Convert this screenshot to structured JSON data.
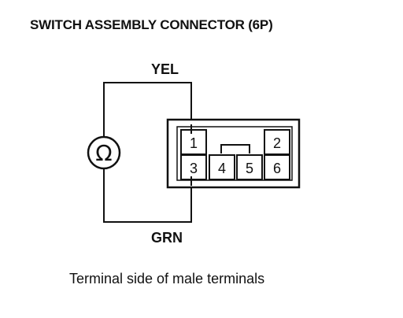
{
  "title": "SWITCH ASSEMBLY CONNECTOR (6P)",
  "wires": {
    "top_label": "YEL",
    "bottom_label": "GRN"
  },
  "meter": {
    "symbol": "Ω",
    "icon": "ohmmeter-icon"
  },
  "connector": {
    "pins": {
      "p1": "1",
      "p2": "2",
      "p3": "3",
      "p4": "4",
      "p5": "5",
      "p6": "6"
    }
  },
  "caption": "Terminal side of male terminals",
  "colors": {
    "ink": "#111111",
    "background": "#ffffff"
  }
}
